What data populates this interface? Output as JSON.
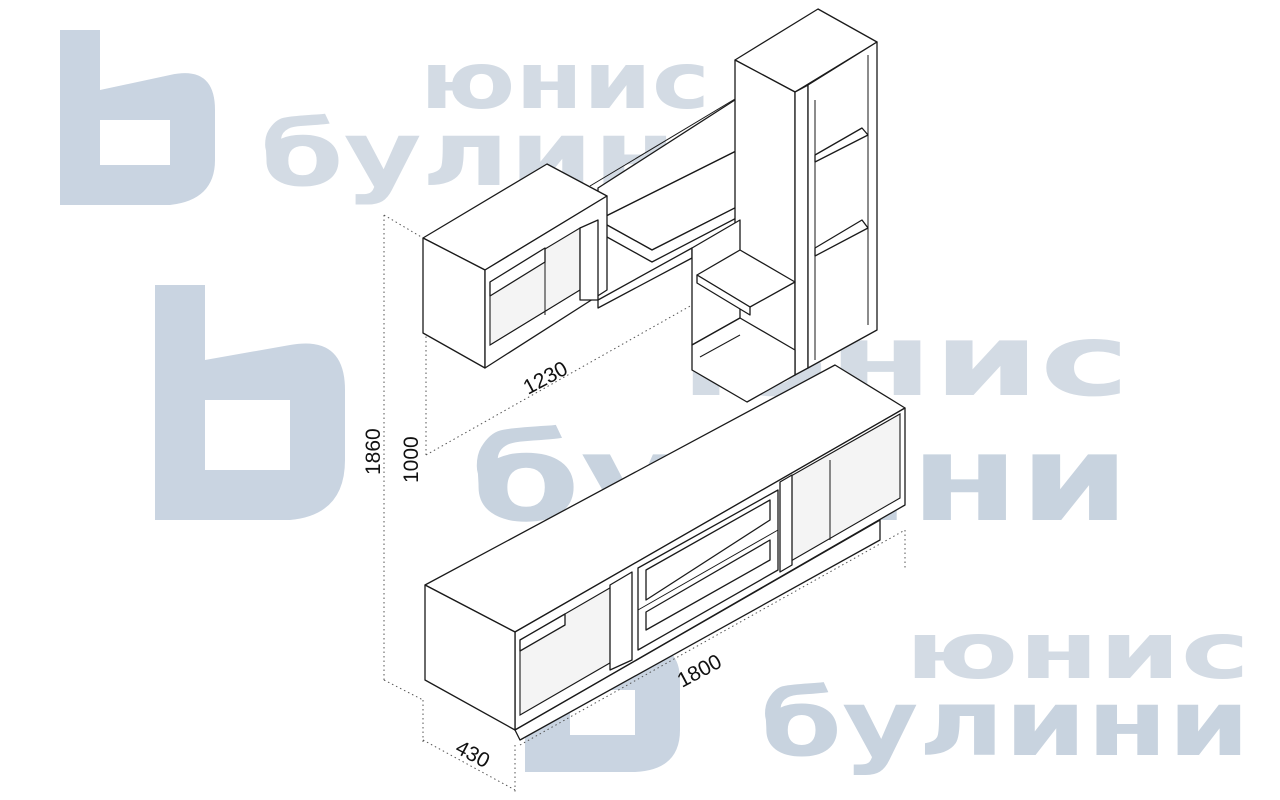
{
  "watermark": {
    "line1": "юнис",
    "line2": "булини",
    "colors": {
      "logo": "#c9d4e1",
      "text": "#d3dbe4"
    }
  },
  "dimensions": {
    "top_shelf_width": "1230",
    "total_height": "1860",
    "lower_height": "1000",
    "base_width": "1800",
    "depth": "430"
  }
}
